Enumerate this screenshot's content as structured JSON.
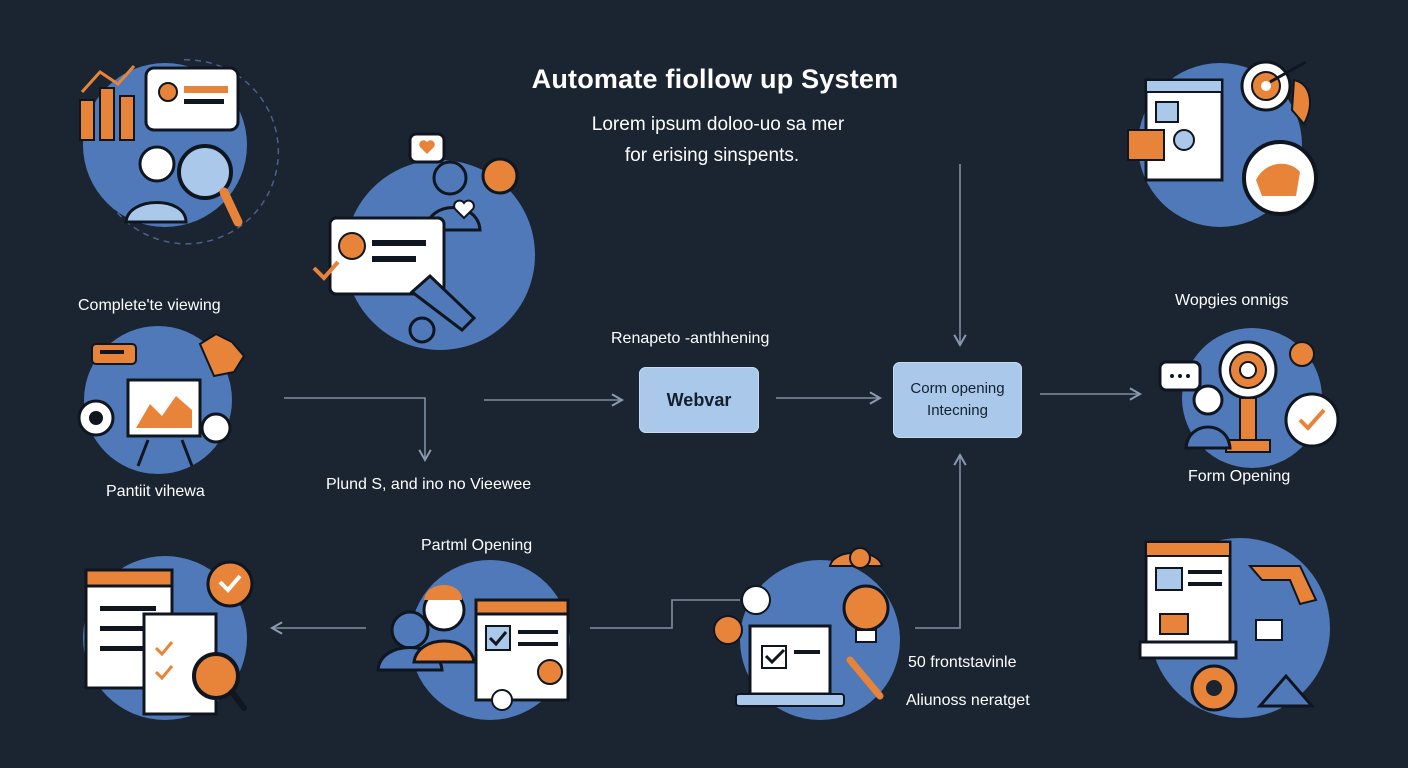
{
  "header": {
    "title": "Automate fiollow up System",
    "subtitle_line1": "Lorem ipsum doloo-uo sa mer",
    "subtitle_line2": "for erising sinspents."
  },
  "labels": {
    "complete_viewing": "Complete'te viewing",
    "partial_viewing": "Pantiit vihewa",
    "renapeto": "Renapeto -anthhening",
    "plund": "Plund S, and ino no Vieewee",
    "partial_opening": "Partml Opening",
    "workflow_openings": "Wopgies onnigs",
    "form_opening": "Form Opening",
    "frontstavinle": "50 frontstavinle",
    "aliunoss": "Aliunoss neratget"
  },
  "nodes": {
    "webvar": "Webvar",
    "form_line1": "Corm opening",
    "form_line2": "Intecning"
  },
  "colors": {
    "background": "#1b2431",
    "circle_blue": "#4f79b8",
    "accent_orange": "#e8833a",
    "node_fill": "#a9c8ea",
    "line": "#7f8fa3"
  },
  "icons": [
    "analytics-search-icon",
    "chat-profile-icon",
    "viewing-chart-icon",
    "checklist-search-icon",
    "form-opening-icon",
    "idea-laptop-icon",
    "dashboard-target-icon",
    "target-user-icon",
    "document-gear-icon"
  ]
}
